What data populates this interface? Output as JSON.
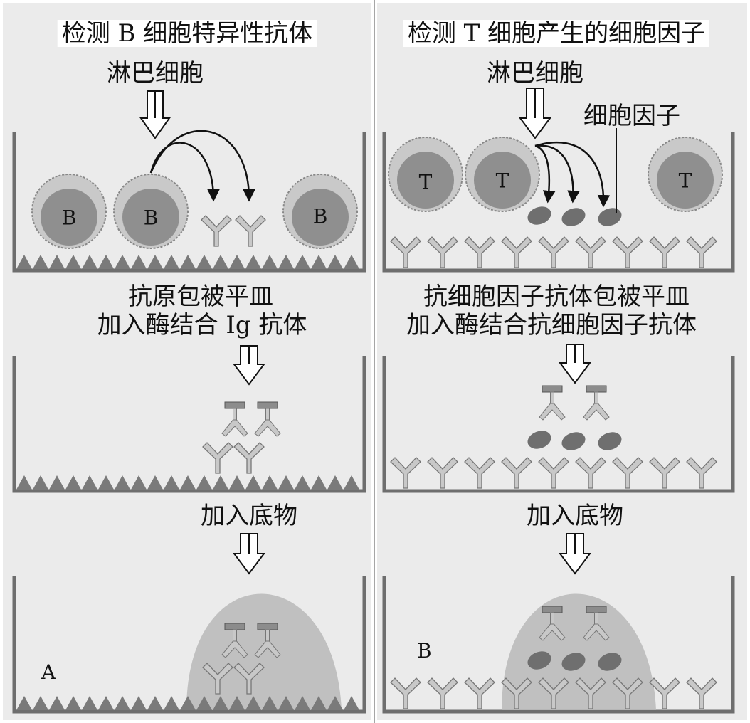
{
  "panel_a": {
    "title": "检测 B 细胞特异性抗体",
    "label_lymphocytes": "淋巴细胞",
    "cell_letter": "B",
    "step1_line1": "抗原包被平皿",
    "step1_line2": "加入酶结合 Ig 抗体",
    "step2": "加入底物",
    "corner_label": "A"
  },
  "panel_b": {
    "title": "检测 T 细胞产生的细胞因子",
    "label_lymphocytes": "淋巴细胞",
    "label_cytokine": "细胞因子",
    "cell_letter": "T",
    "step1_line1": "抗细胞因子抗体包被平皿",
    "step1_line2": "加入酶结合抗细胞因子抗体",
    "step2": "加入底物",
    "corner_label": "B"
  },
  "colors": {
    "background": "#ffffff",
    "panel_bg": "#ebebeb",
    "well": "#6e6e6e",
    "cell_outer": "#c9c9c9",
    "cell_nucleus": "#8f8f8f",
    "antibody": "#c8c8c8",
    "enzyme": "#8c8c8c",
    "cytokine": "#6f6f6f",
    "substrate": "#b8b8b8"
  }
}
